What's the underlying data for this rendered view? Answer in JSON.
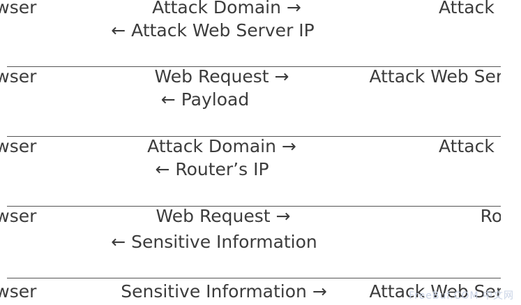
{
  "rows": [
    {
      "left": "owser",
      "forward": "Attack Domain →",
      "back": "← Attack Web Server IP",
      "right": "Attack D"
    },
    {
      "left": "owser",
      "forward": "Web Request →",
      "back": "← Payload",
      "right": "Attack Web Serv"
    },
    {
      "left": "owser",
      "forward": "Attack Domain →",
      "back": "← Router’s IP",
      "right": "Attack D"
    },
    {
      "left": "owser",
      "forward": "Web Request →",
      "back": "← Sensitive Information",
      "right": "Rou"
    },
    {
      "left": "owser",
      "forward": "Sensitive Information →",
      "back": "",
      "right": "Attack Web Serv"
    }
  ],
  "watermark": "FreeBuf.COM 中文网"
}
